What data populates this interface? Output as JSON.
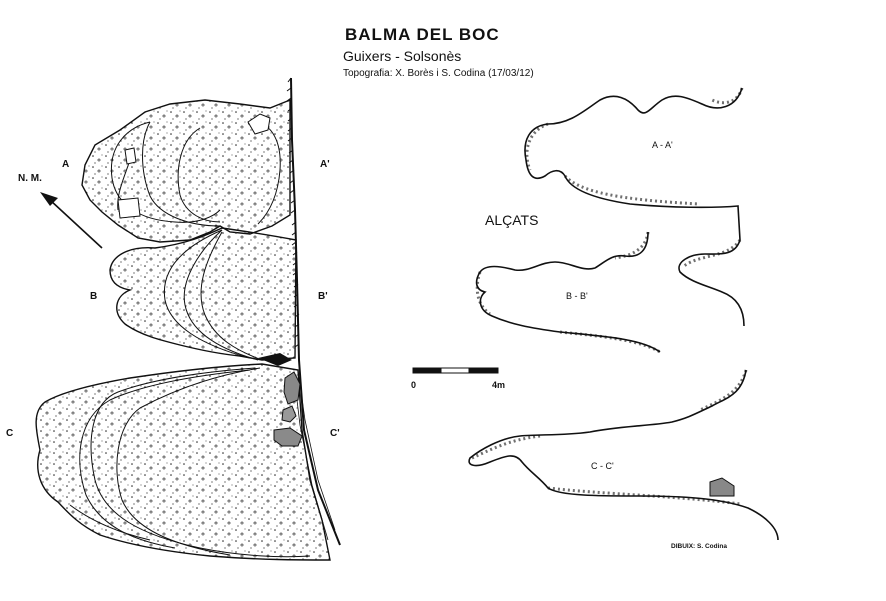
{
  "header": {
    "title": "BALMA  DEL BOC",
    "subtitle": "Guixers - Solsonès",
    "credit": "Topografia: X. Borès i S. Codina   (17/03/12)"
  },
  "plan": {
    "north_label": "N. M.",
    "section_marks": {
      "a": "A",
      "a_prime": "A'",
      "b": "B",
      "b_prime": "B'",
      "c": "C",
      "c_prime": "C'"
    }
  },
  "elevations": {
    "heading": "ALÇATS",
    "sections": [
      "A - A'",
      "B - B'",
      "C - C'"
    ]
  },
  "scale_bar": {
    "start_label": "0",
    "end_label": "4m"
  },
  "footer": {
    "drawing_credit": "DIBUIX: S. Codina"
  }
}
